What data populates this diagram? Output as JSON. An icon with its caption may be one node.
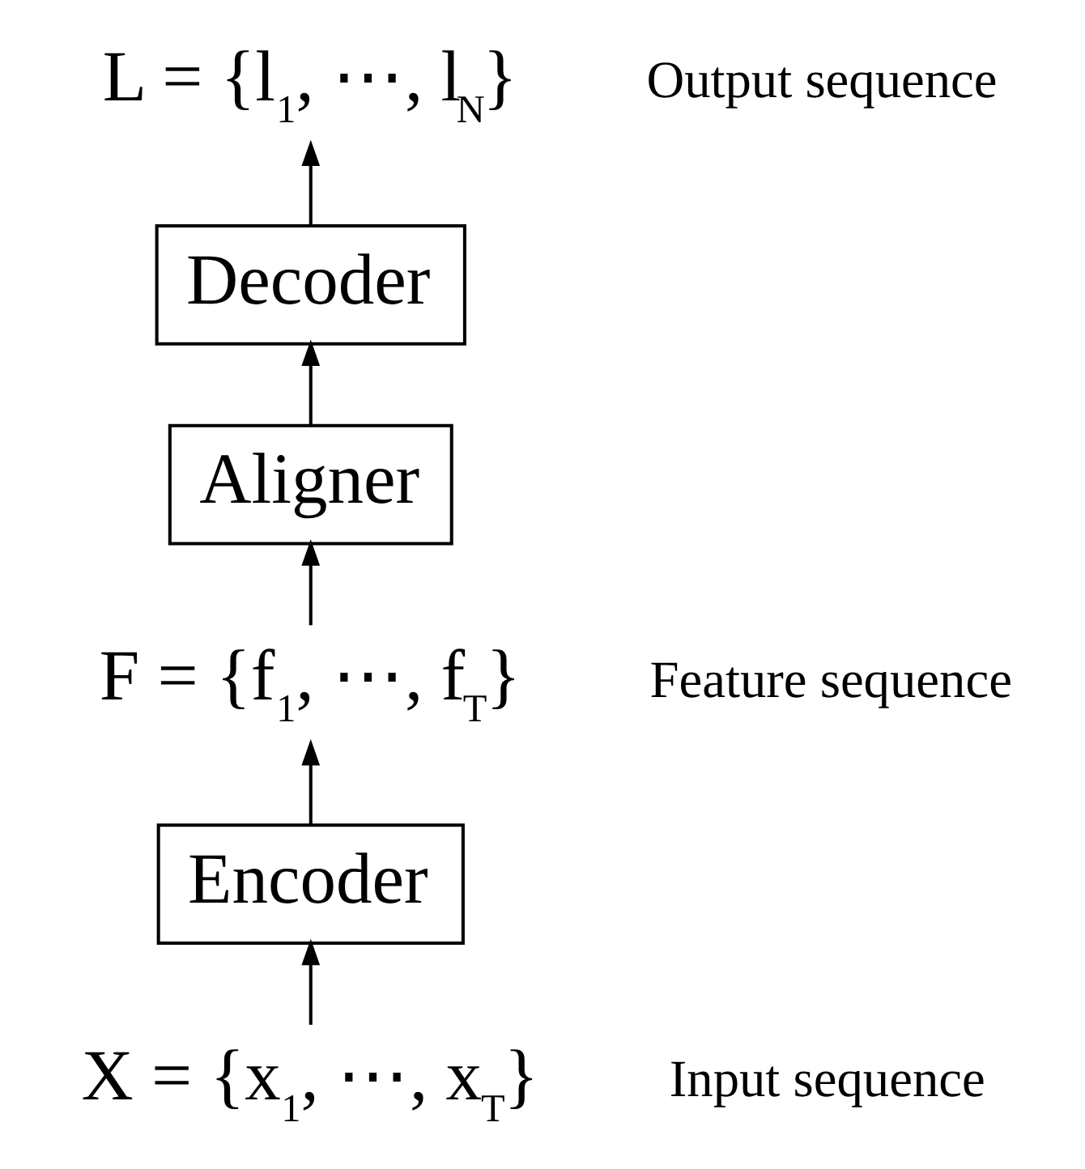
{
  "diagram": {
    "nodes": [
      {
        "text": [
          "L = {l$_{1}$, ⋯, l$_{N}$}"
        ],
        "beside": [
          "Output sequence"
        ]
      },
      {
        "text": [
          "Decoder"
        ]
      },
      {
        "text": [
          "Aligner"
        ]
      },
      {
        "text": [
          "F = {f$_{1}$, ⋯, f$_{T}$}"
        ],
        "beside": [
          "Feature sequence"
        ]
      },
      {
        "text": [
          "Encoder"
        ]
      },
      {
        "text": [
          "X = {x$_{1}$, ⋯, x$_{T}$}"
        ],
        "beside": [
          "Input sequence"
        ]
      }
    ],
    "edges": [
      {
        "from": 5,
        "to": 4,
        "arrow": "to"
      },
      {
        "from": 4,
        "to": 3,
        "arrow": "to"
      },
      {
        "from": 3,
        "to": 2,
        "arrow": "to"
      },
      {
        "from": 2,
        "to": 1,
        "arrow": "to"
      },
      {
        "from": 1,
        "to": 0,
        "arrow": "to"
      }
    ]
  }
}
